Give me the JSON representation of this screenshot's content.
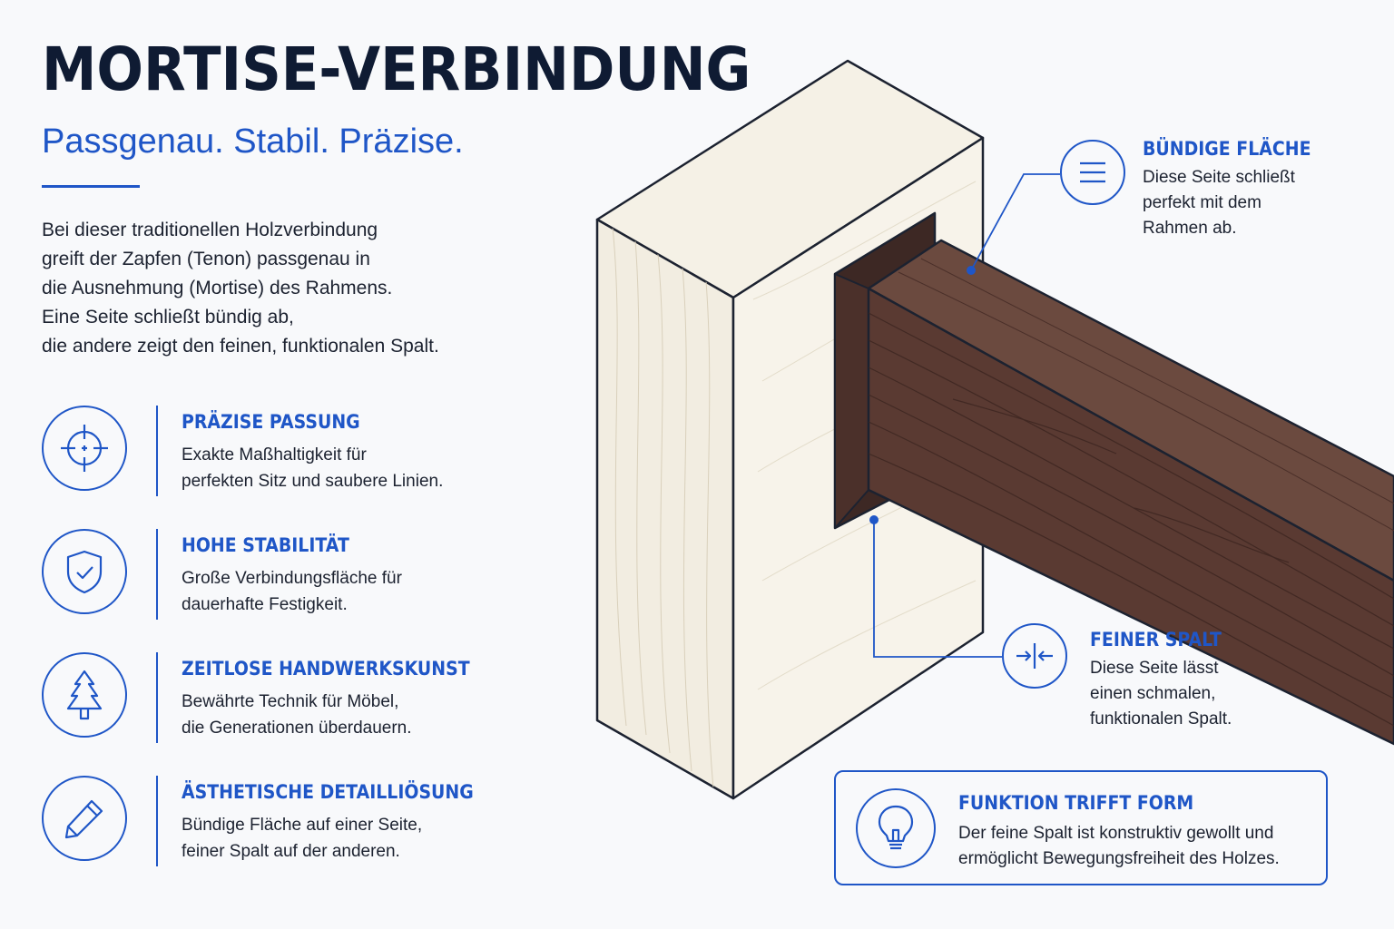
{
  "header": {
    "title": "MORTISE-VERBINDUNG",
    "subtitle": "Passgenau. Stabil. Präzise."
  },
  "intro": {
    "lines": [
      "Bei dieser traditionellen Holzverbindung",
      "greift der Zapfen (Tenon) passgenau in",
      "die Ausnehmung (Mortise) des Rahmens.",
      "Eine Seite schließt bündig ab,",
      "die andere zeigt den feinen, funktionalen Spalt."
    ]
  },
  "features": [
    {
      "title": "PRÄZISE PASSUNG",
      "lines": [
        "Exakte Maßhaltigkeit für",
        "perfekten Sitz und saubere Linien."
      ],
      "icon": "crosshair-icon"
    },
    {
      "title": "HOHE STABILITÄT",
      "lines": [
        "Große Verbindungsfläche für",
        "dauerhafte Festigkeit."
      ],
      "icon": "shield-check-icon"
    },
    {
      "title": "ZEITLOSE HANDWERKSKUNST",
      "lines": [
        "Bewährte Technik für Möbel,",
        "die Generationen überdauern."
      ],
      "icon": "tree-icon"
    },
    {
      "title": "ÄSTHETISCHE DETAILLIÖSUNG",
      "lines": [
        "Bündige Fläche auf einer Seite,",
        "feiner Spalt auf der anderen."
      ],
      "icon": "pencil-icon"
    }
  ],
  "callouts": {
    "flush": {
      "title": "BÜNDIGE FLÄCHE",
      "lines": [
        "Diese Seite schließt",
        "perfekt mit dem",
        "Rahmen ab."
      ],
      "icon": "lines-icon"
    },
    "gap": {
      "title": "FEINER SPALT",
      "lines": [
        "Diese Seite lässt",
        "einen schmalen,",
        "funktionalen Spalt."
      ],
      "icon": "compress-arrows-icon"
    }
  },
  "infobox": {
    "title": "FUNKTION TRIFFT FORM",
    "lines": [
      "Der feine Spalt ist konstruktiv gewollt und",
      "ermöglicht Bewegungsfreiheit des Holzes."
    ],
    "icon": "lightbulb-icon"
  },
  "colors": {
    "accent": "#1f56c7",
    "heading": "#0f1b33",
    "frame_wood": "#f3efe4",
    "tenon_wood": "#5a3a32"
  }
}
